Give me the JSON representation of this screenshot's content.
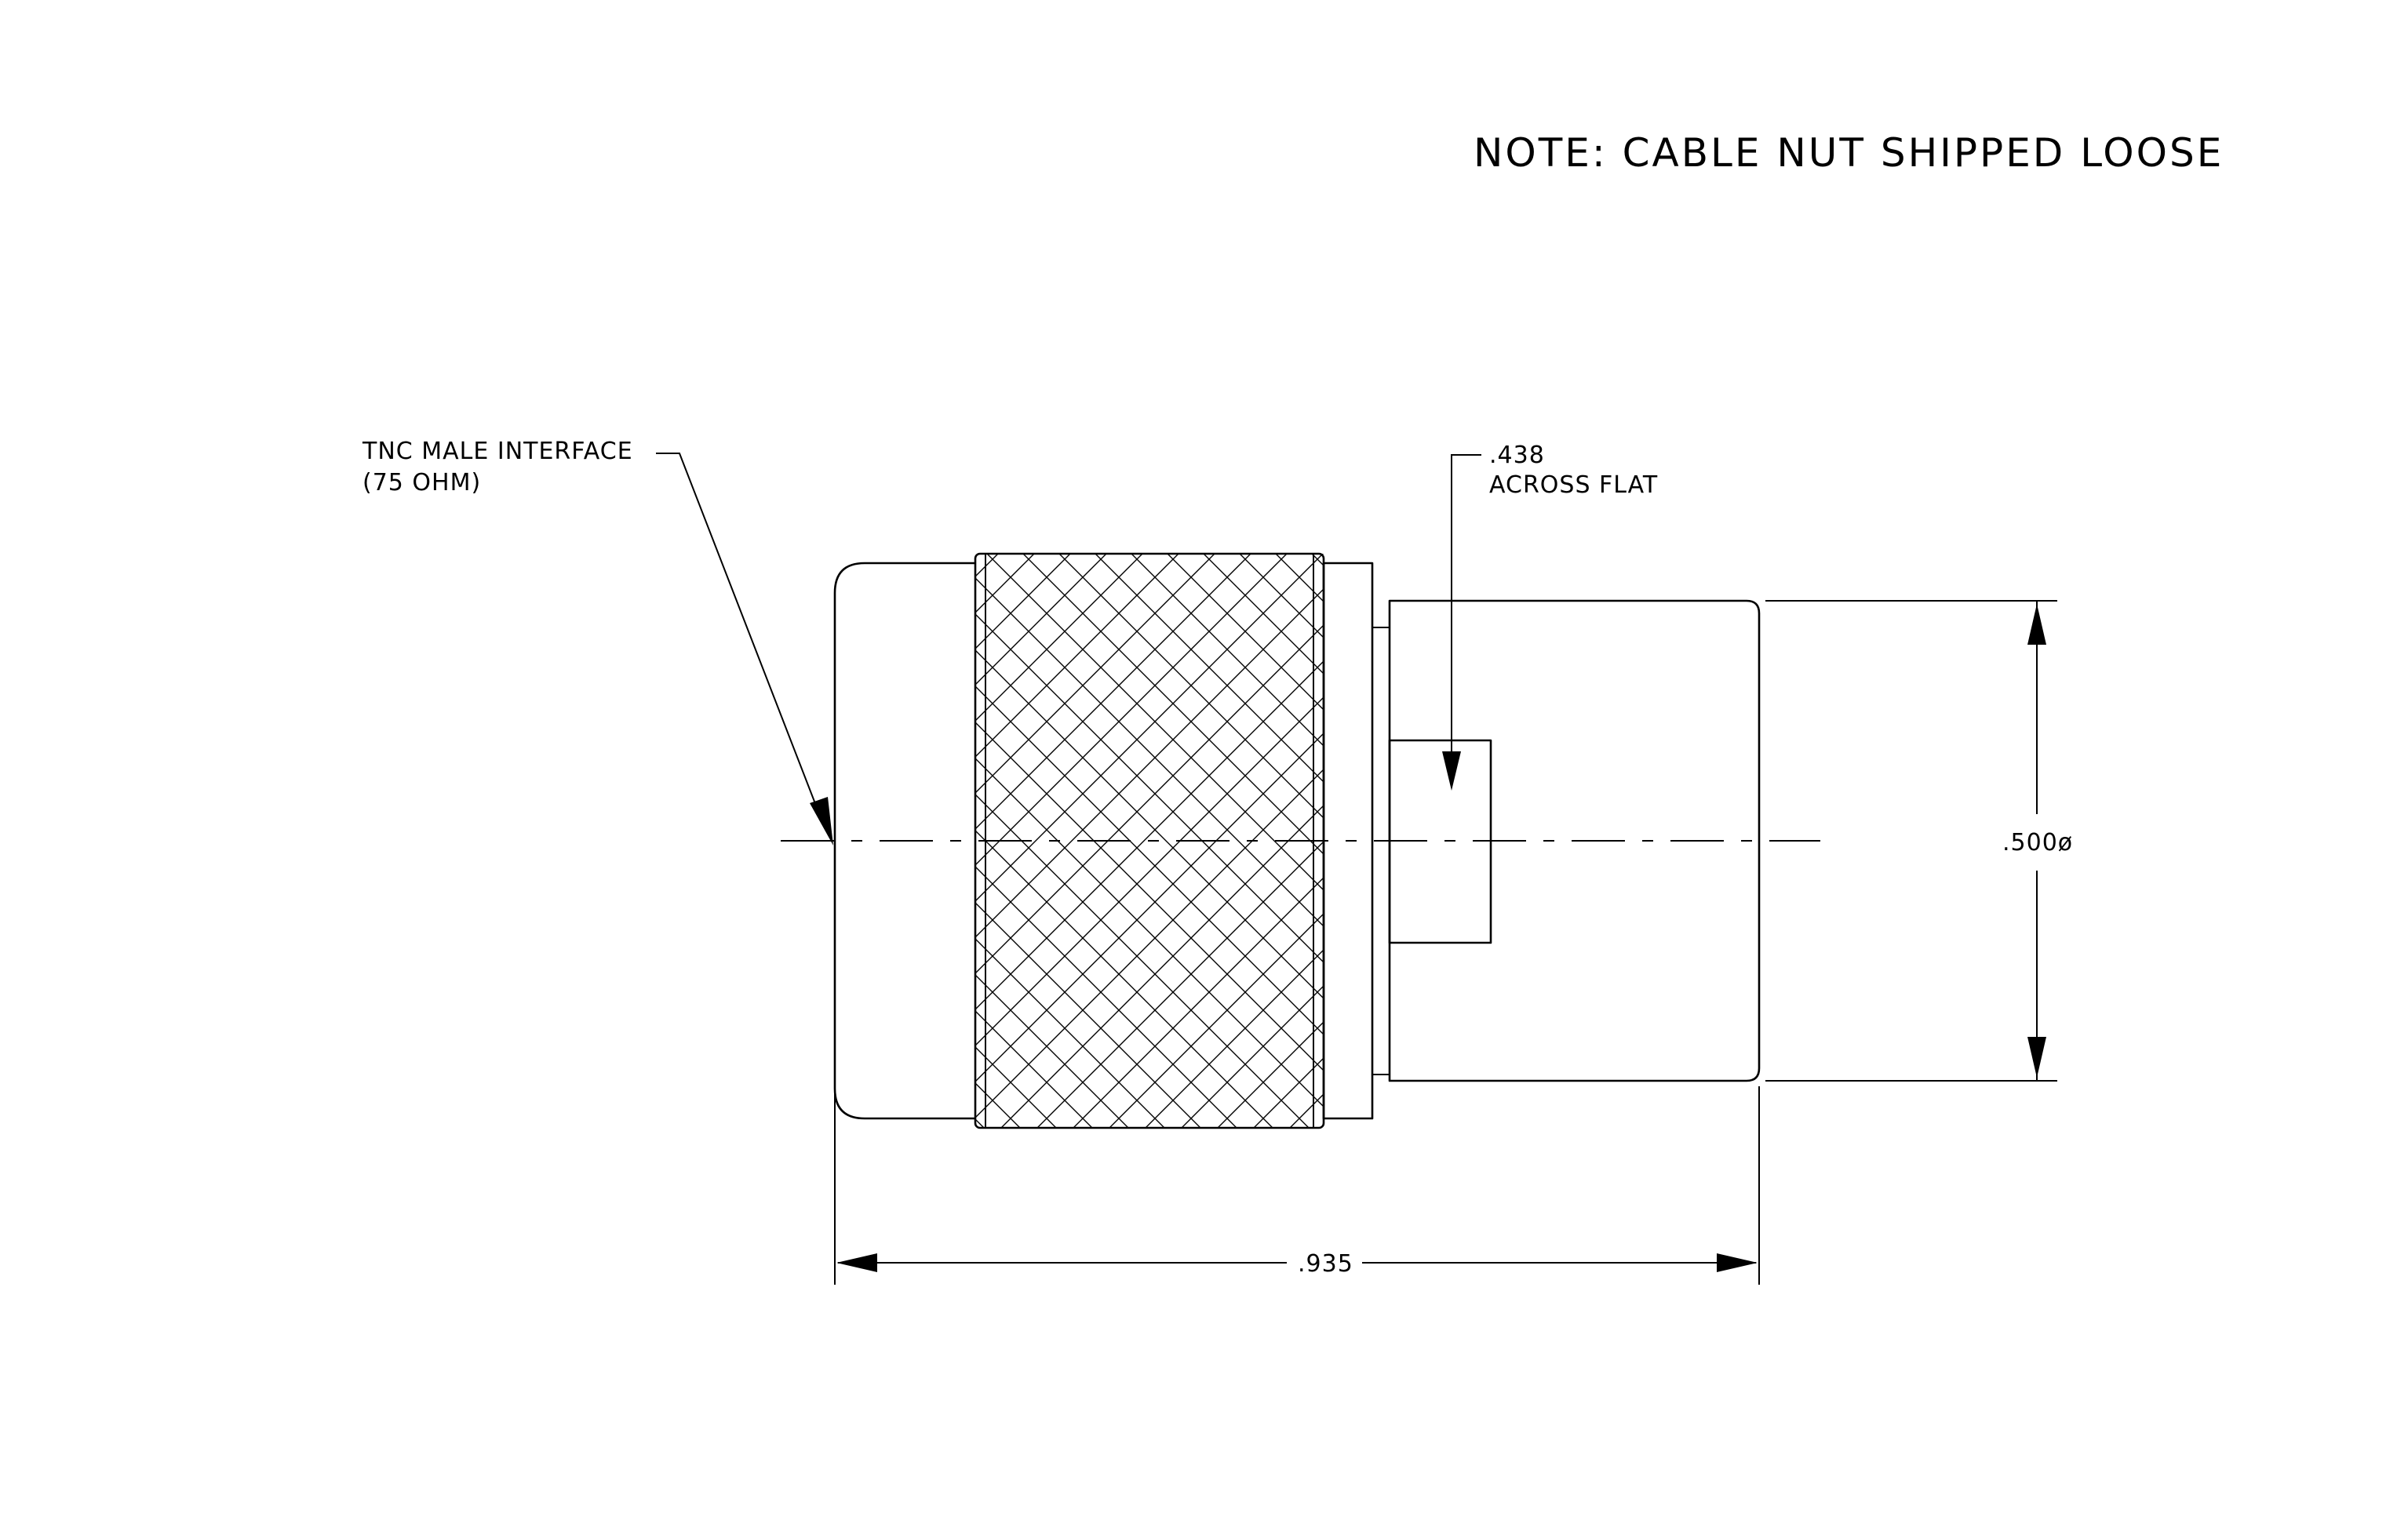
{
  "note": "NOTE: CABLE NUT SHIPPED LOOSE",
  "callouts": {
    "interface_line1": "TNC MALE INTERFACE",
    "interface_line2": "(75 OHM)",
    "flat_value": ".438",
    "flat_label": "ACROSS FLAT"
  },
  "dimensions": {
    "diameter": ".500ø",
    "length": ".935"
  },
  "colors": {
    "line": "#000000",
    "background": "#ffffff"
  }
}
